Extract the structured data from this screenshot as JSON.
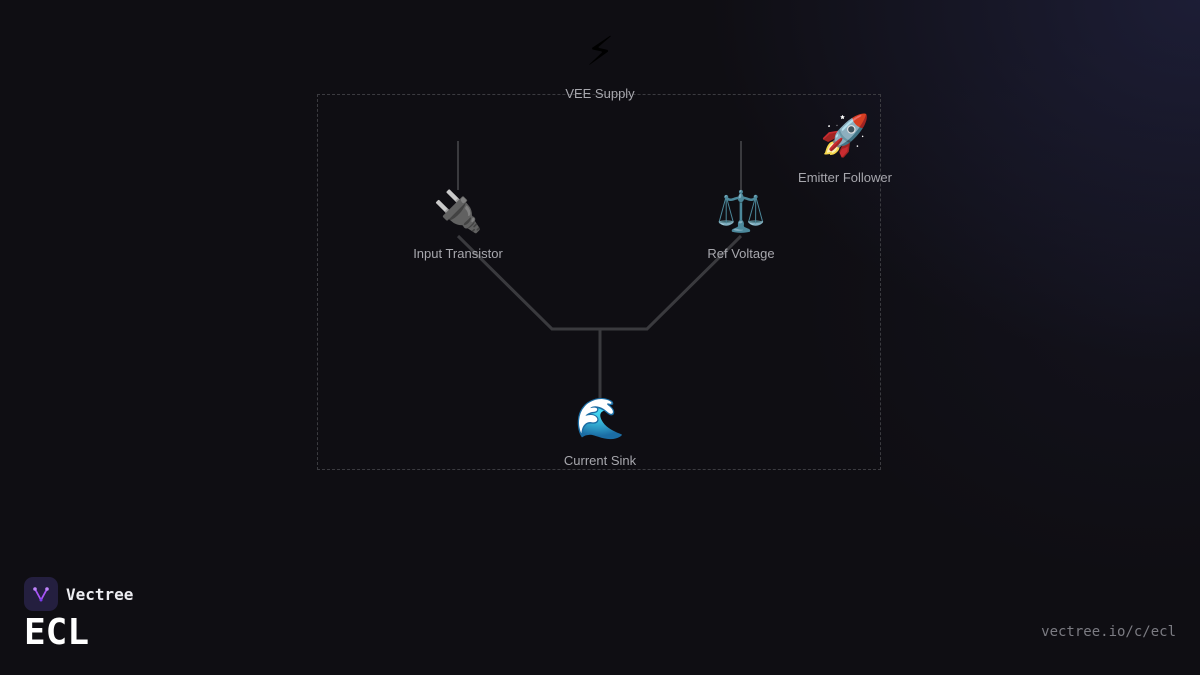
{
  "diagram": {
    "nodes": [
      {
        "id": "vee-supply",
        "label": "VEE Supply",
        "icon": "⚡",
        "icon_name": "lightning-icon"
      },
      {
        "id": "emitter-follower",
        "label": "Emitter Follower",
        "icon": "🚀",
        "icon_name": "rocket-icon"
      },
      {
        "id": "input-transistor",
        "label": "Input Transistor",
        "icon": "🔌",
        "icon_name": "plug-icon"
      },
      {
        "id": "ref-voltage",
        "label": "Ref Voltage",
        "icon": "⚖️",
        "icon_name": "scales-icon"
      },
      {
        "id": "current-sink",
        "label": "Current Sink",
        "icon": "🌊",
        "icon_name": "wave-icon"
      }
    ],
    "edges": [
      {
        "from": "input-transistor",
        "to": "current-sink"
      },
      {
        "from": "ref-voltage",
        "to": "current-sink"
      }
    ]
  },
  "brand": {
    "name": "Vectree",
    "logo_color": "#a855f7"
  },
  "footer": {
    "title": "ECL",
    "url": "vectree.io/c/ecl"
  },
  "colors": {
    "background": "#0f0e13",
    "wire": "#3a3a3e",
    "label": "#a7a7ad"
  }
}
